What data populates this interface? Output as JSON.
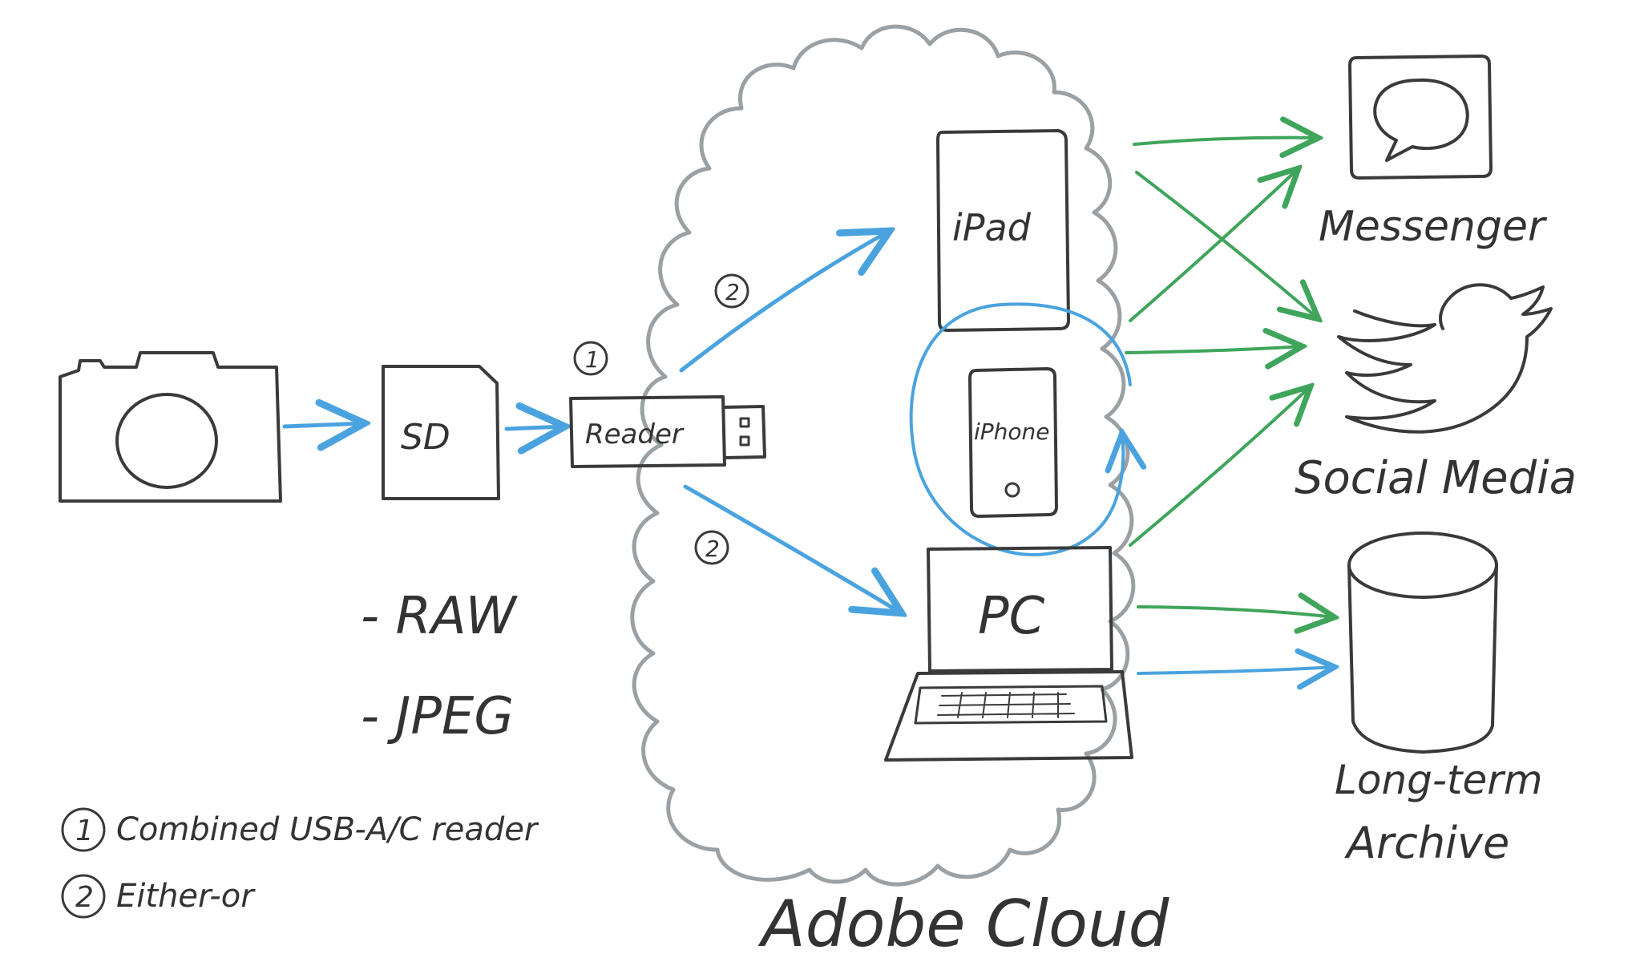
{
  "colors": {
    "raw": "#4aa3df",
    "jpeg": "#3fa55b",
    "cloud": "#9aa0a3",
    "ink": "#3a3a3a"
  },
  "nodes": {
    "camera": {
      "icon": "camera-icon"
    },
    "sd": {
      "label": "SD",
      "icon": "sd-card-icon"
    },
    "reader": {
      "label": "Reader",
      "icon": "usb-reader-icon"
    },
    "ipad": {
      "label": "iPad",
      "icon": "tablet-icon"
    },
    "iphone": {
      "label": "iPhone",
      "icon": "phone-icon"
    },
    "pc": {
      "label": "PC",
      "icon": "laptop-icon"
    },
    "messenger": {
      "label": "Messenger",
      "icon": "chat-bubble-icon"
    },
    "social": {
      "label": "Social Media",
      "icon": "bird-icon"
    },
    "archive": {
      "label_line1": "Long-term",
      "label_line2": "Archive",
      "icon": "database-cylinder-icon"
    },
    "cloud": {
      "label": "Adobe Cloud",
      "icon": "cloud-icon"
    }
  },
  "markers": {
    "one": "1",
    "two": "2"
  },
  "legend": {
    "raw": "- RAW",
    "jpeg": "- JPEG"
  },
  "footnotes": [
    {
      "num": "1",
      "text": "Combined USB-A/C reader"
    },
    {
      "num": "2",
      "text": "Either-or"
    }
  ]
}
